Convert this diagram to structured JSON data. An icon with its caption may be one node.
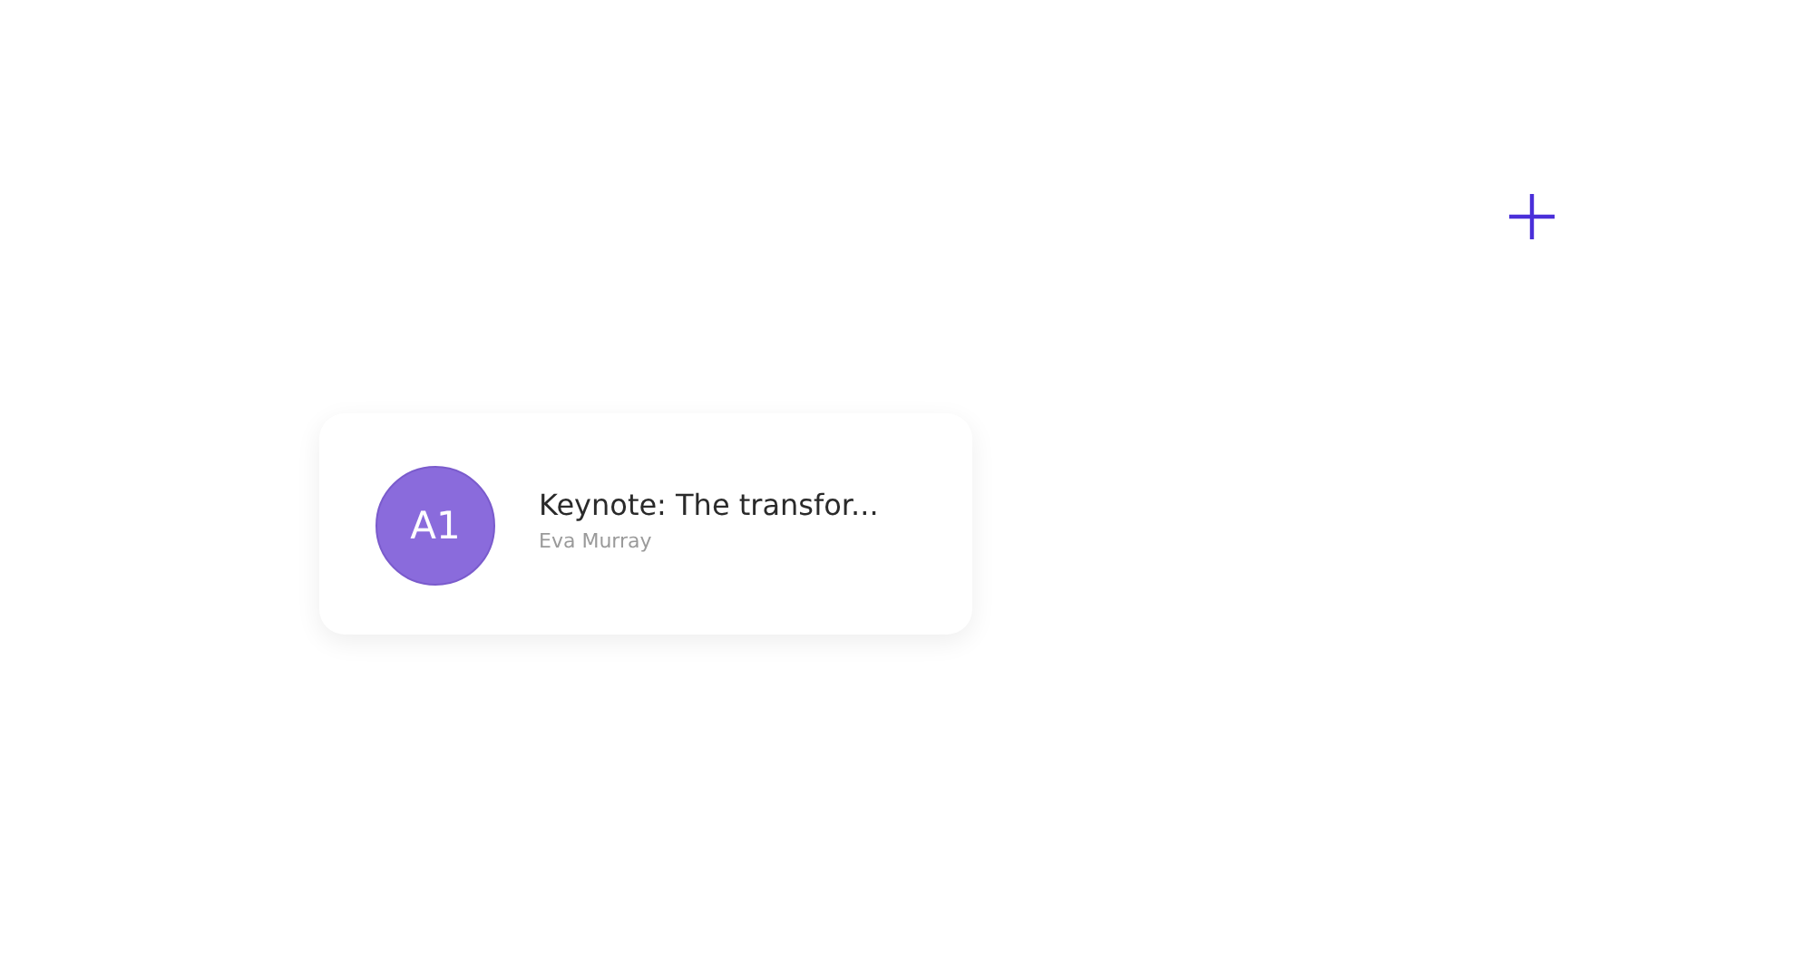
{
  "diagram": {
    "nodes": [
      {
        "text": [
          "Keynote: The transfor...",
          "Eva Murray"
        ]
      },
      {
        "text": [
          "A1"
        ],
        "in": 0
      }
    ]
  }
}
